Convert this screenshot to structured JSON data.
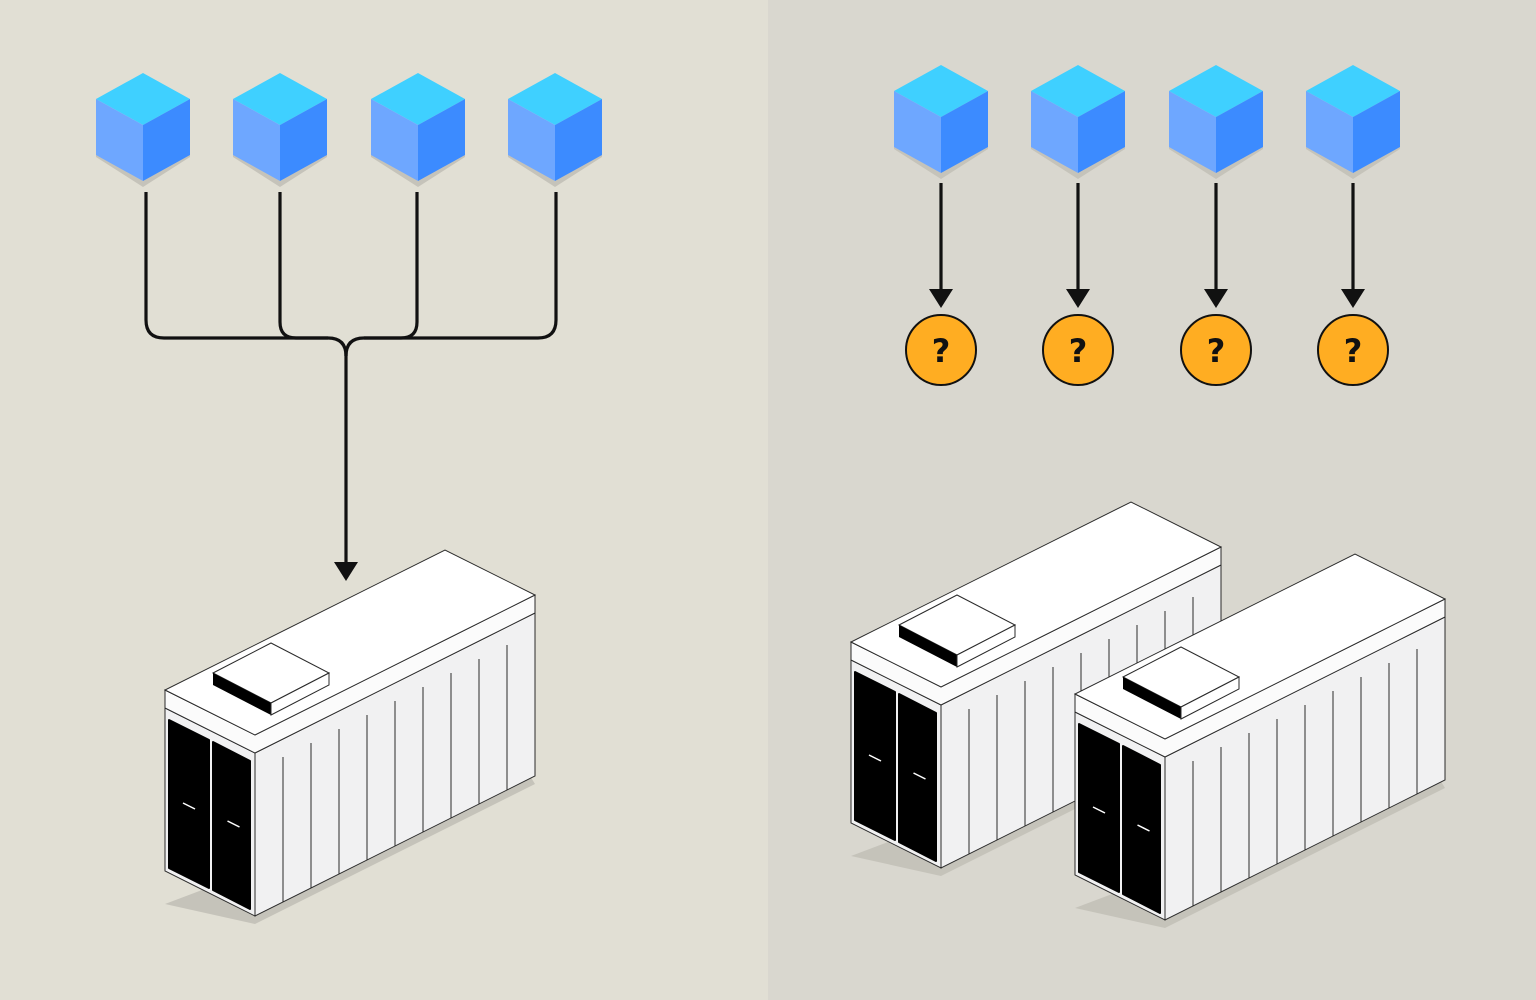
{
  "colors": {
    "left_bg": "#e1dfd4",
    "right_bg": "#d9d7cf",
    "cube_top": "#3fd0ff",
    "cube_left": "#6ea7ff",
    "cube_right": "#3c8bff",
    "cube_shadow": "#c5c3ba",
    "line": "#111111",
    "question_fill": "#ffad22",
    "server_top": "#ffffff",
    "server_side": "#f1f1f2",
    "server_outline": "#2a2a2a",
    "door": "#000000"
  },
  "left_panel": {
    "cubes": 4,
    "servers": 1
  },
  "right_panel": {
    "cubes": 4,
    "servers": 2,
    "question_label": "?"
  }
}
